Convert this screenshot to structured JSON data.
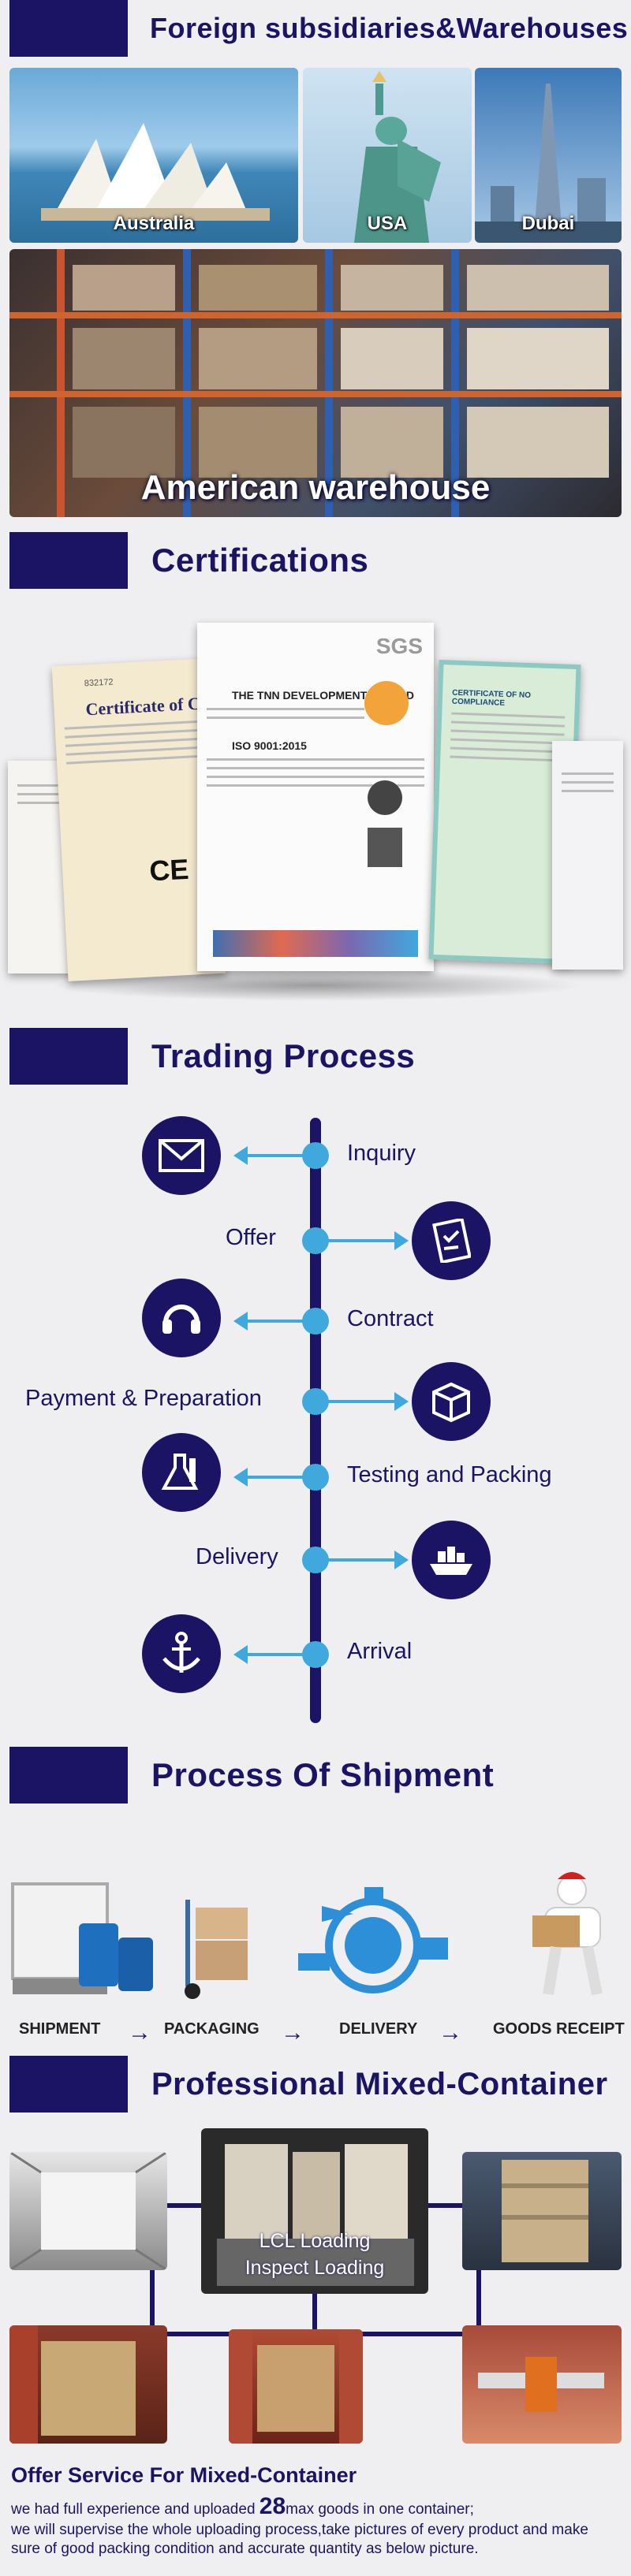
{
  "sections": {
    "subsidiaries": "Foreign subsidiaries&Warehouses",
    "certifications": "Certifications",
    "trading": "Trading Process",
    "shipment": "Process Of Shipment",
    "mixed": "Professional Mixed-Container"
  },
  "photos": {
    "australia": "Australia",
    "usa": "USA",
    "dubai": "Dubai",
    "warehouse": "American warehouse"
  },
  "certificates": {
    "main_brand": "SGS",
    "main_company": "THE TNN DEVELOPMENT LIMITED",
    "main_standard": "ISO 9001:2015",
    "left_title": "Certificate of Co",
    "left_code": "832172",
    "right_title": "CERTIFICATE OF NO COMPLIANCE"
  },
  "trading_steps": [
    {
      "label": "Inquiry",
      "icon": "envelope-icon"
    },
    {
      "label": "Offer",
      "icon": "checklist-icon"
    },
    {
      "label": "Contract",
      "icon": "headset-icon"
    },
    {
      "label": "Payment & Preparation",
      "icon": "package-box-icon"
    },
    {
      "label": "Testing and Packing",
      "icon": "lab-flask-icon"
    },
    {
      "label": "Delivery",
      "icon": "cargo-ship-icon"
    },
    {
      "label": "Arrival",
      "icon": "anchor-icon"
    }
  ],
  "shipment_steps": [
    "SHIPMENT",
    "PACKAGING",
    "DELIVERY",
    "GOODS RECEIPT"
  ],
  "mixed": {
    "center_line1": "LCL Loading",
    "center_line2": "Inspect Loading"
  },
  "offer": {
    "title": "Offer Service For Mixed-Container",
    "line1_pre": "we had full experience and uploaded ",
    "line1_num": "28",
    "line1_post": "max goods in one container;",
    "line2": "we will supervise the whole uploading process,take pictures of every product and make",
    "line3": "sure of good packing condition and accurate quantity as below picture."
  },
  "colors": {
    "navy": "#1b1464",
    "accent": "#3fa9dd"
  }
}
